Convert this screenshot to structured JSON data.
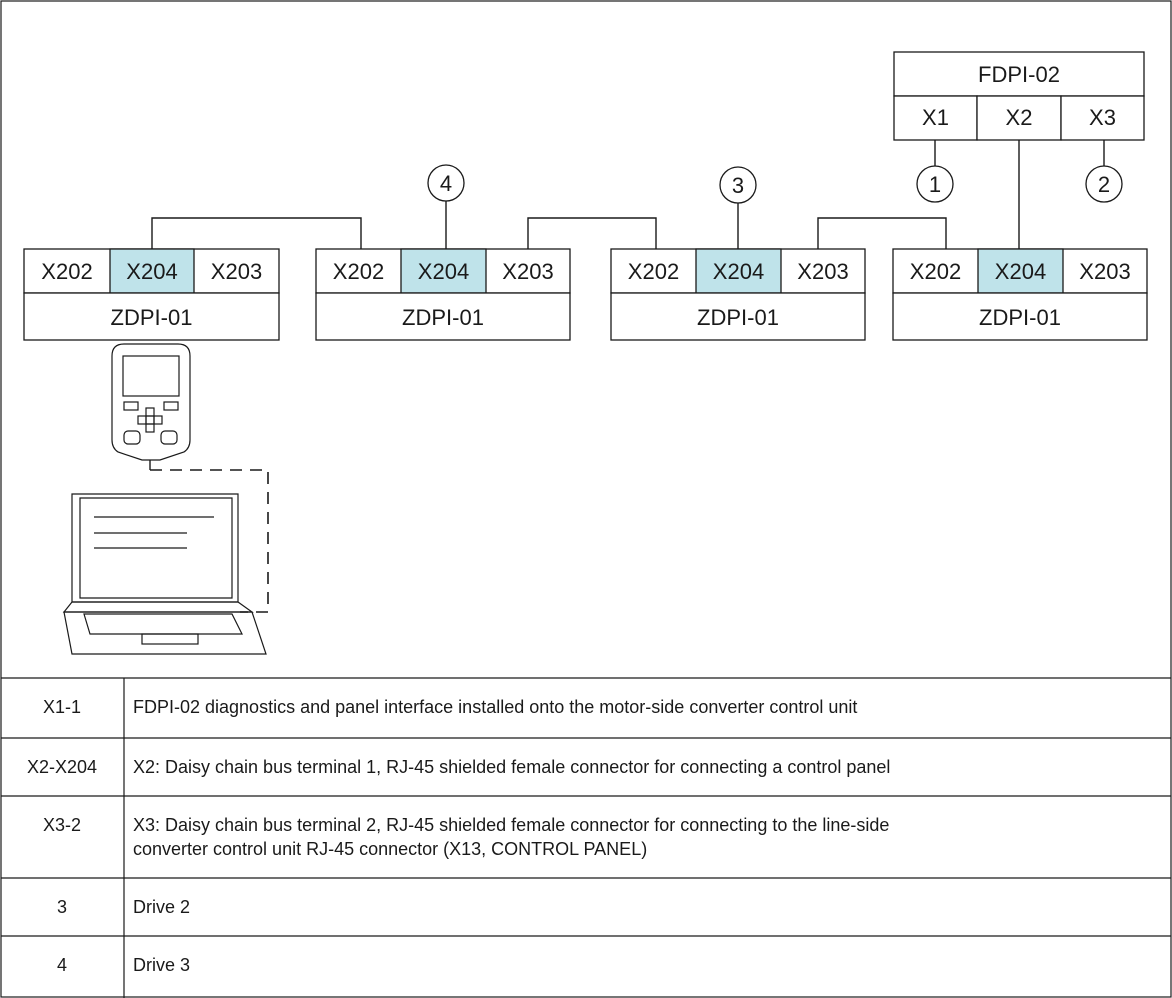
{
  "diagram": {
    "fdpi": {
      "title": "FDPI-02",
      "ports": [
        "X1",
        "X2",
        "X3"
      ]
    },
    "zdpi_units": [
      {
        "ports": [
          "X202",
          "X204",
          "X203"
        ],
        "name": "ZDPI-01"
      },
      {
        "ports": [
          "X202",
          "X204",
          "X203"
        ],
        "name": "ZDPI-01"
      },
      {
        "ports": [
          "X202",
          "X204",
          "X203"
        ],
        "name": "ZDPI-01"
      },
      {
        "ports": [
          "X202",
          "X204",
          "X203"
        ],
        "name": "ZDPI-01"
      }
    ],
    "callouts": [
      "4",
      "3",
      "1",
      "2"
    ],
    "highlight_color": "#bfe3ea"
  },
  "legend": {
    "rows": [
      {
        "key": "X1-1",
        "lines": [
          "FDPI-02 diagnostics and panel interface installed onto the motor-side converter control unit"
        ]
      },
      {
        "key": "X2-X204",
        "lines": [
          "X2: Daisy chain bus terminal 1, RJ-45 shielded female connector for connecting a control panel"
        ]
      },
      {
        "key": "X3-2",
        "lines": [
          "X3: Daisy chain bus terminal 2, RJ-45 shielded female connector for connecting to the line-side",
          "converter control unit RJ-45 connector (X13, CONTROL PANEL)"
        ]
      },
      {
        "key": "3",
        "lines": [
          "Drive 2"
        ]
      },
      {
        "key": "4",
        "lines": [
          "Drive 3"
        ]
      }
    ]
  }
}
